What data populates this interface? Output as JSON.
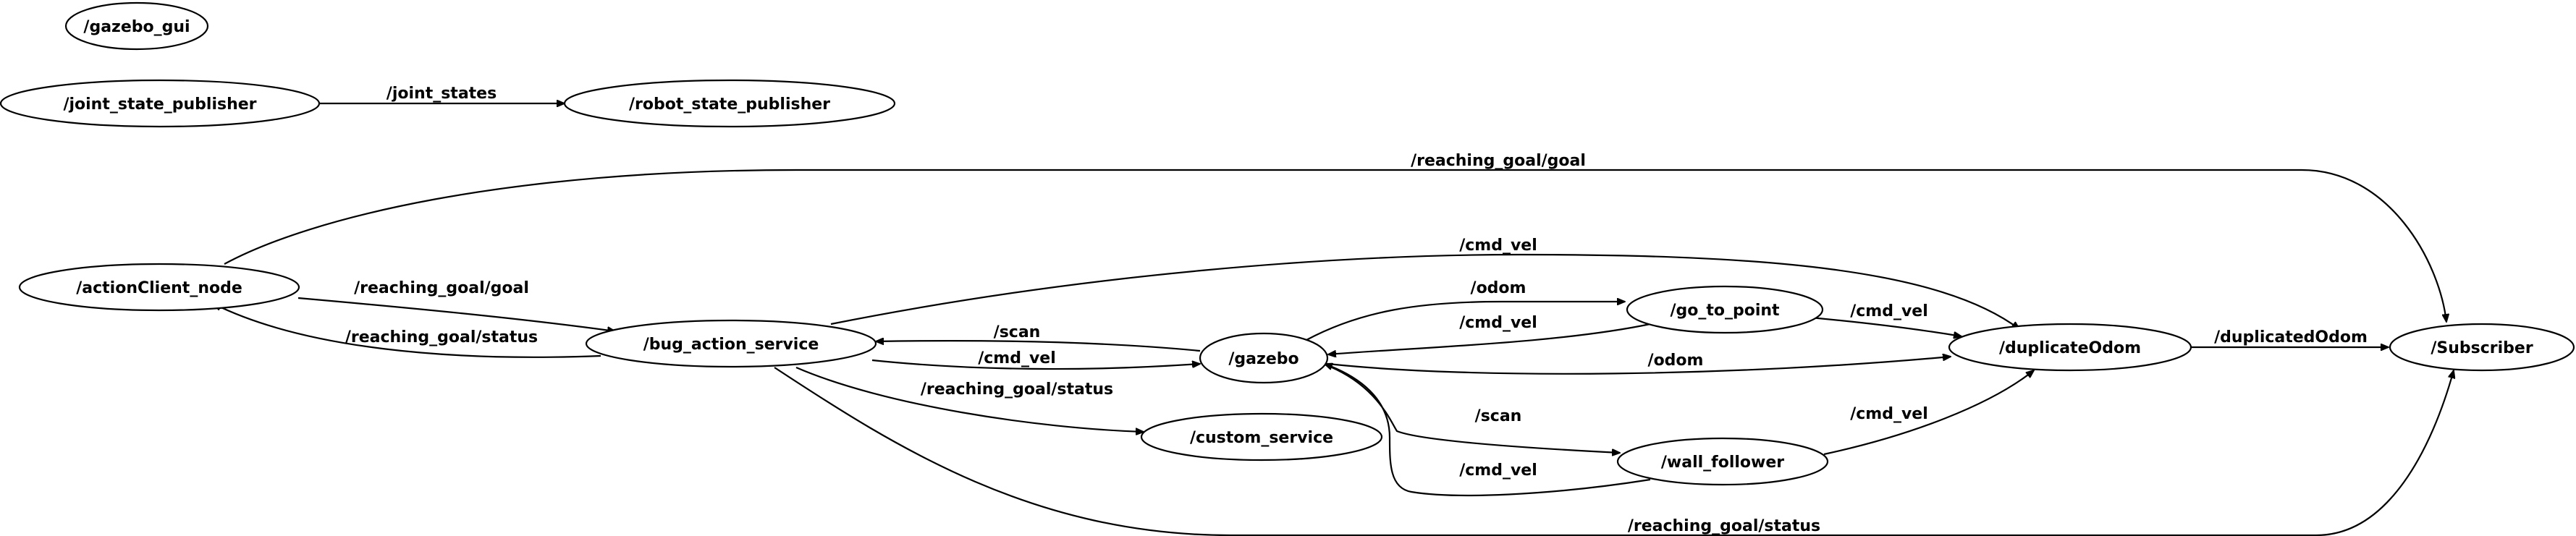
{
  "graph": {
    "nodes": [
      {
        "id": "gazebo_gui",
        "label": "/gazebo_gui"
      },
      {
        "id": "joint_state_publisher",
        "label": "/joint_state_publisher"
      },
      {
        "id": "robot_state_publisher",
        "label": "/robot_state_publisher"
      },
      {
        "id": "actionClient_node",
        "label": "/actionClient_node"
      },
      {
        "id": "bug_action_service",
        "label": "/bug_action_service"
      },
      {
        "id": "gazebo",
        "label": "/gazebo"
      },
      {
        "id": "go_to_point",
        "label": "/go_to_point"
      },
      {
        "id": "wall_follower",
        "label": "/wall_follower"
      },
      {
        "id": "custom_service",
        "label": "/custom_service"
      },
      {
        "id": "duplicateOdom",
        "label": "/duplicateOdom"
      },
      {
        "id": "Subscriber",
        "label": "/Subscriber"
      }
    ],
    "edges": [
      {
        "id": "e1",
        "from": "joint_state_publisher",
        "to": "robot_state_publisher",
        "label": "/joint_states"
      },
      {
        "id": "e2",
        "from": "actionClient_node",
        "to": "Subscriber",
        "label": "/reaching_goal/goal"
      },
      {
        "id": "e3",
        "from": "actionClient_node",
        "to": "bug_action_service",
        "label": "/reaching_goal/goal"
      },
      {
        "id": "e4",
        "from": "bug_action_service",
        "to": "actionClient_node",
        "label": "/reaching_goal/status"
      },
      {
        "id": "e5",
        "from": "bug_action_service",
        "to": "duplicateOdom",
        "label": "/cmd_vel"
      },
      {
        "id": "e6",
        "from": "gazebo",
        "to": "bug_action_service",
        "label": "/scan"
      },
      {
        "id": "e7",
        "from": "bug_action_service",
        "to": "gazebo",
        "label": "/cmd_vel"
      },
      {
        "id": "e8",
        "from": "bug_action_service",
        "to": "custom_service",
        "label": "/reaching_goal/status"
      },
      {
        "id": "e9",
        "from": "bug_action_service",
        "to": "Subscriber",
        "label": "/reaching_goal/status"
      },
      {
        "id": "e10",
        "from": "gazebo",
        "to": "go_to_point",
        "label": "/odom"
      },
      {
        "id": "e11",
        "from": "go_to_point",
        "to": "gazebo",
        "label": "/cmd_vel"
      },
      {
        "id": "e12",
        "from": "gazebo",
        "to": "duplicateOdom",
        "label": "/odom"
      },
      {
        "id": "e13",
        "from": "gazebo",
        "to": "wall_follower",
        "label": "/scan"
      },
      {
        "id": "e14",
        "from": "wall_follower",
        "to": "gazebo",
        "label": "/cmd_vel"
      },
      {
        "id": "e15",
        "from": "go_to_point",
        "to": "duplicateOdom",
        "label": "/cmd_vel"
      },
      {
        "id": "e16",
        "from": "wall_follower",
        "to": "duplicateOdom",
        "label": "/cmd_vel"
      },
      {
        "id": "e17",
        "from": "duplicateOdom",
        "to": "Subscriber",
        "label": "/duplicatedOdom"
      }
    ]
  }
}
